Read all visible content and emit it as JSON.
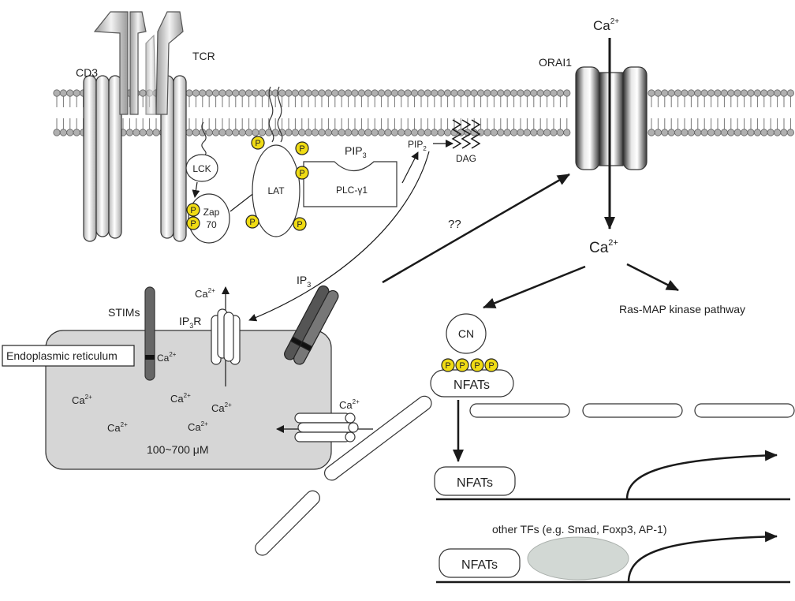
{
  "labels": {
    "cd3": "CD3",
    "tcr": "TCR",
    "orai1": "ORAI1",
    "ca_top": "Ca",
    "ca_top_sup": "2+",
    "lck": "LCK",
    "zap_line1": "Zap",
    "zap_line2": "70",
    "lat": "LAT",
    "pip3_base": "PIP",
    "pip3_sub": "3",
    "plc": "PLC-γ1",
    "pip2_base": "PIP",
    "pip2_sub": "2",
    "dag": "DAG",
    "qq": "??",
    "ca_mid": "Ca",
    "ca_mid_sup": "2+",
    "ras_map": "Ras-MAP kinase pathway",
    "ip3_base": "IP",
    "ip3_sub": "3",
    "stims": "STIMs",
    "ip3r_base": "IP",
    "ip3r_sub": "3",
    "ip3r_tail": "R",
    "ca_ip3r": "Ca",
    "ca_ip3r_sup": "2+",
    "er": "Endoplasmic reticulum",
    "ca_stim": "Ca",
    "ca_stim_sup": "2+",
    "ca_er_1": "Ca",
    "ca_er_1_sup": "2+",
    "ca_er_2": "Ca",
    "ca_er_2_sup": "2+",
    "ca_er_3": "Ca",
    "ca_er_3_sup": "2+",
    "ca_er_4": "Ca",
    "ca_er_4_sup": "2+",
    "ca_er_5": "Ca",
    "ca_er_5_sup": "2+",
    "ca_conc": "100~700 μM",
    "ca_out": "Ca",
    "ca_out_sup": "2+",
    "cn": "CN",
    "nfats_cyto": "NFATs",
    "nfats_nuc1": "NFATs",
    "nfats_nuc2": "NFATs",
    "other_tfs": "other TFs (e.g. Smad, Foxp3, AP-1)",
    "p": "P"
  },
  "colors": {
    "phospho_fill": "#f0dc14",
    "er_fill": "#d6d6d6",
    "other_tf_fill": "#d2d8d4",
    "stim_fill": "#666666",
    "line": "#1a1a1a"
  },
  "icons": {
    "phosphate": "phosphate-circle",
    "lipid": "lipid-bead",
    "channel": "orai1-channel"
  }
}
